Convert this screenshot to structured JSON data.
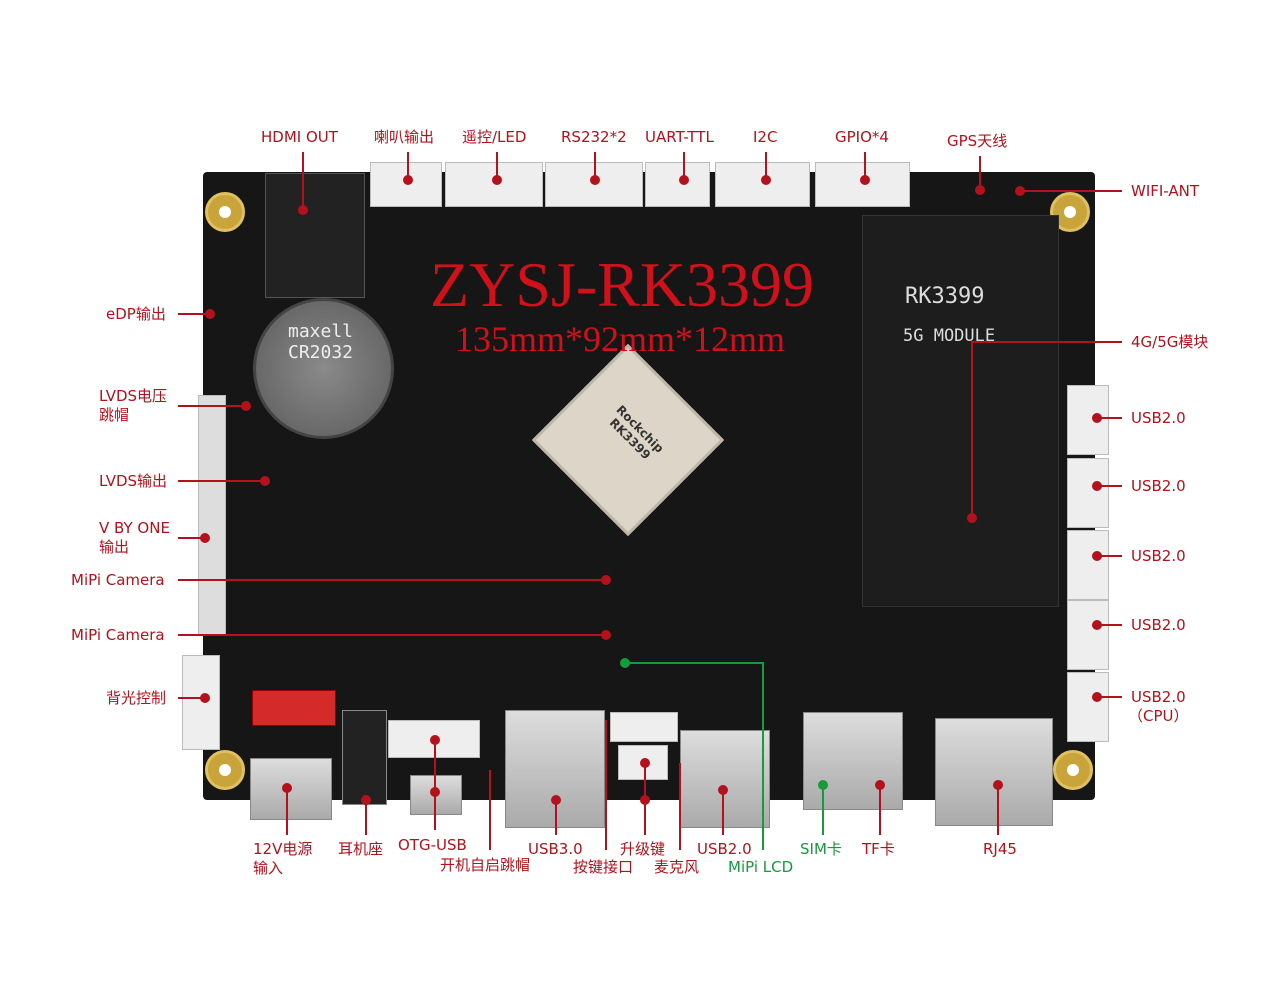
{
  "board": {
    "title": "ZYSJ-RK3399",
    "dimensions": "135mm*92mm*12mm",
    "module_name": "RK3399",
    "module_sub": "5G MODULE",
    "soc_text": "Rockchip RK3399",
    "battery_text": "maxell CR2032"
  },
  "labels": {
    "top": [
      "HDMI OUT",
      "喇叭输出",
      "遥控/LED",
      "RS232*2",
      "UART-TTL",
      "I2C",
      "GPIO*4",
      "GPS天线"
    ],
    "right": [
      "WIFI-ANT",
      "4G/5G模块",
      "USB2.0",
      "USB2.0",
      "USB2.0",
      "USB2.0",
      "USB2.0",
      "（CPU）"
    ],
    "left": [
      "eDP输出",
      "LVDS电压",
      "跳帽",
      "LVDS输出",
      "V BY ONE",
      "输出",
      "MiPi Camera",
      "MiPi Camera",
      "背光控制"
    ],
    "bottom": [
      "12V电源",
      "输入",
      "耳机座",
      "OTG-USB",
      "开机自启跳帽",
      "USB3.0",
      "按键接口",
      "升级键",
      "麦克风",
      "USB2.0",
      "MiPi LCD",
      "SIM卡",
      "TF卡",
      "RJ45"
    ]
  },
  "colors": {
    "label": "#b3111b",
    "green": "#169a3c",
    "board": "#161616"
  }
}
